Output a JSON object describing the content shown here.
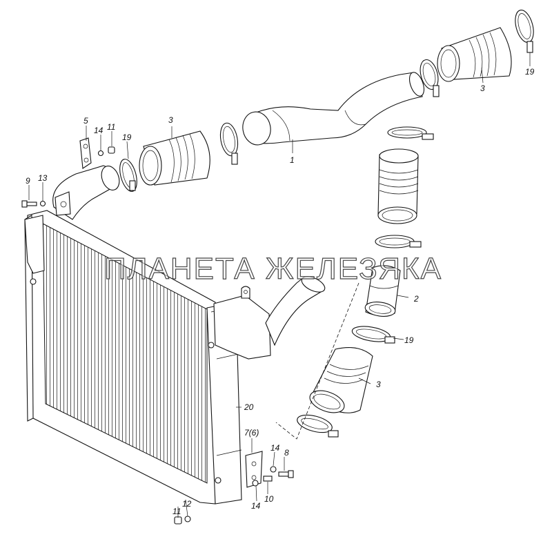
{
  "watermark": "ПЛАНЕТА ЖЕЛЕЗЯКА",
  "callouts": {
    "c1": "1",
    "c2": "2",
    "c3a": "3",
    "c3b": "3",
    "c3c": "3",
    "c5": "5",
    "c7": "7(6)",
    "c8": "8",
    "c9": "9",
    "c10": "10",
    "c11a": "11",
    "c11b": "11",
    "c12": "12",
    "c13": "13",
    "c14a": "14",
    "c14b": "14",
    "c14c": "14",
    "c19a": "19",
    "c19b": "19",
    "c19c": "19",
    "c20": "20"
  }
}
